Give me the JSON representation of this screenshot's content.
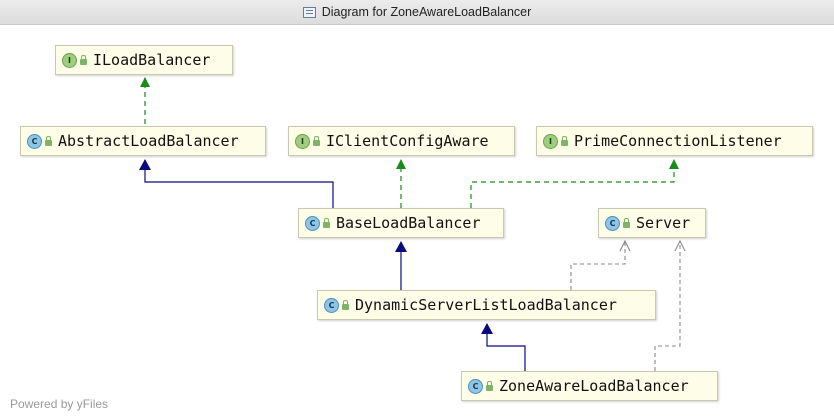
{
  "window": {
    "title": "Diagram for ZoneAwareLoadBalancer"
  },
  "nodes": [
    {
      "id": "ILoadBalancer",
      "label": "ILoadBalancer",
      "kind": "interface"
    },
    {
      "id": "AbstractLoadBalancer",
      "label": "AbstractLoadBalancer",
      "kind": "class"
    },
    {
      "id": "IClientConfigAware",
      "label": "IClientConfigAware",
      "kind": "interface"
    },
    {
      "id": "PrimeConnectionListener",
      "label": "PrimeConnectionListener",
      "kind": "interface"
    },
    {
      "id": "BaseLoadBalancer",
      "label": "BaseLoadBalancer",
      "kind": "class"
    },
    {
      "id": "Server",
      "label": "Server",
      "kind": "class"
    },
    {
      "id": "DynamicServerListLoadBalancer",
      "label": "DynamicServerListLoadBalancer",
      "kind": "class"
    },
    {
      "id": "ZoneAwareLoadBalancer",
      "label": "ZoneAwareLoadBalancer",
      "kind": "class"
    }
  ],
  "edges": [
    {
      "from": "AbstractLoadBalancer",
      "to": "ILoadBalancer",
      "type": "implements"
    },
    {
      "from": "BaseLoadBalancer",
      "to": "AbstractLoadBalancer",
      "type": "extends"
    },
    {
      "from": "BaseLoadBalancer",
      "to": "IClientConfigAware",
      "type": "implements"
    },
    {
      "from": "BaseLoadBalancer",
      "to": "PrimeConnectionListener",
      "type": "implements"
    },
    {
      "from": "DynamicServerListLoadBalancer",
      "to": "BaseLoadBalancer",
      "type": "extends"
    },
    {
      "from": "DynamicServerListLoadBalancer",
      "to": "Server",
      "type": "depends"
    },
    {
      "from": "ZoneAwareLoadBalancer",
      "to": "DynamicServerListLoadBalancer",
      "type": "extends"
    },
    {
      "from": "ZoneAwareLoadBalancer",
      "to": "Server",
      "type": "depends"
    }
  ],
  "colors": {
    "extends": "#0a0a80",
    "implements": "#1a8a1a",
    "depends": "#8a8a8a",
    "node_fill": "#fdfde8"
  },
  "footer": {
    "text": "Powered by yFiles"
  },
  "badges": {
    "interface": "I",
    "class": "C"
  }
}
